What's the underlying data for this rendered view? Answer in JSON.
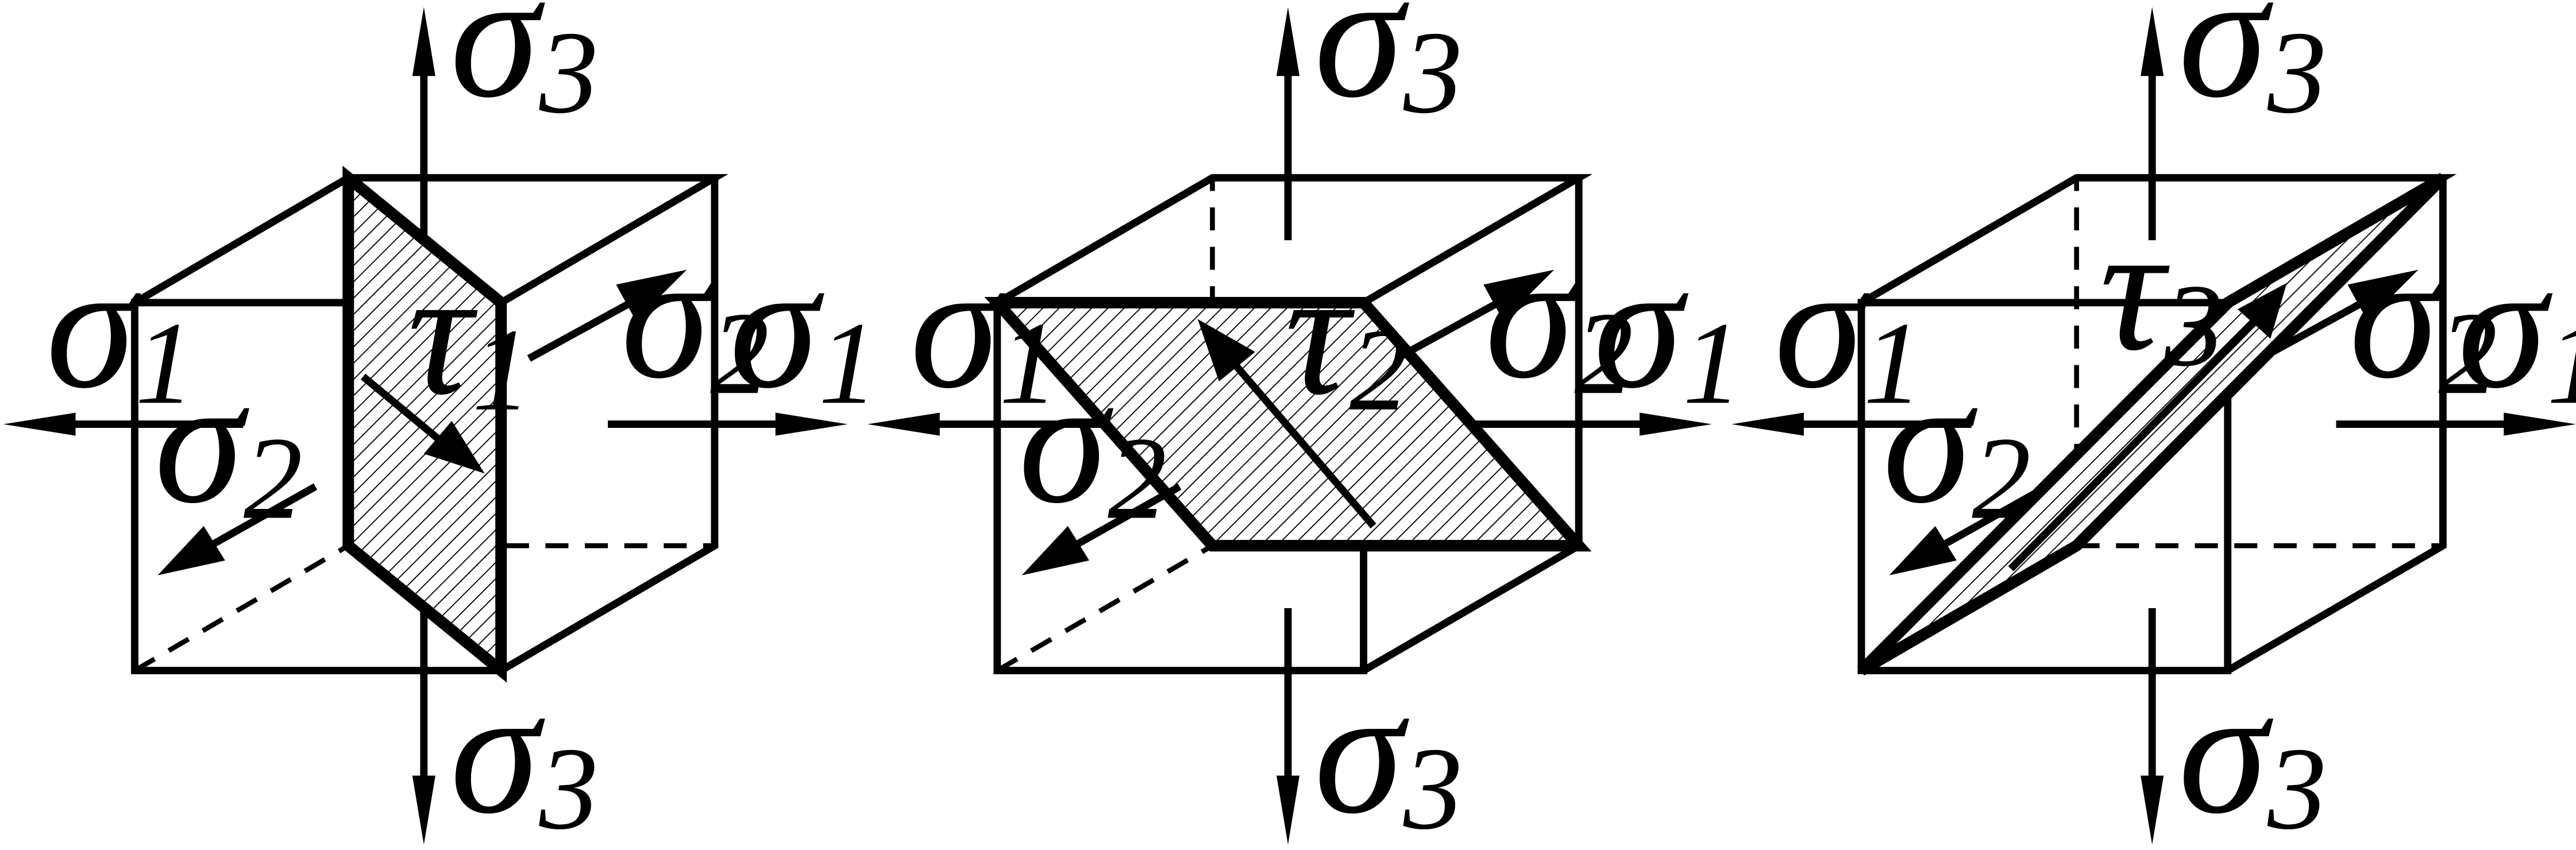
{
  "figure": {
    "panels": [
      {
        "id": "panel-1",
        "labels": {
          "sigma1_left": {
            "base": "σ",
            "sub": "1"
          },
          "sigma1_right": {
            "base": "σ",
            "sub": "1"
          },
          "sigma2_front": {
            "base": "σ",
            "sub": "2"
          },
          "sigma2_back": {
            "base": "σ",
            "sub": "2"
          },
          "sigma3_top": {
            "base": "σ",
            "sub": "3"
          },
          "sigma3_bottom": {
            "base": "σ",
            "sub": "3"
          },
          "tau": {
            "base": "τ",
            "sub": "1"
          }
        }
      },
      {
        "id": "panel-2",
        "labels": {
          "sigma1_left": {
            "base": "σ",
            "sub": "1"
          },
          "sigma1_right": {
            "base": "σ",
            "sub": "1"
          },
          "sigma2_front": {
            "base": "σ",
            "sub": "2"
          },
          "sigma2_back": {
            "base": "σ",
            "sub": "2"
          },
          "sigma3_top": {
            "base": "σ",
            "sub": "3"
          },
          "sigma3_bottom": {
            "base": "σ",
            "sub": "3"
          },
          "tau": {
            "base": "τ",
            "sub": "2"
          }
        }
      },
      {
        "id": "panel-3",
        "labels": {
          "sigma1_left": {
            "base": "σ",
            "sub": "1"
          },
          "sigma1_right": {
            "base": "σ",
            "sub": "1"
          },
          "sigma2_front": {
            "base": "σ",
            "sub": "2"
          },
          "sigma2_back": {
            "base": "σ",
            "sub": "2"
          },
          "sigma3_top": {
            "base": "σ",
            "sub": "3"
          },
          "sigma3_bottom": {
            "base": "σ",
            "sub": "3"
          },
          "tau": {
            "base": "τ",
            "sub": "3"
          }
        }
      }
    ]
  }
}
